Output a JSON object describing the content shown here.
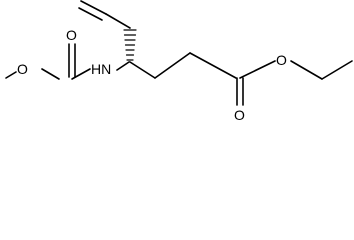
{
  "molecule": {
    "atoms": {
      "o_methoxy": "O",
      "o_carbonyl_left": "O",
      "n_amide": "HN",
      "o_ester": "O",
      "o_carbonyl_right": "O"
    }
  }
}
